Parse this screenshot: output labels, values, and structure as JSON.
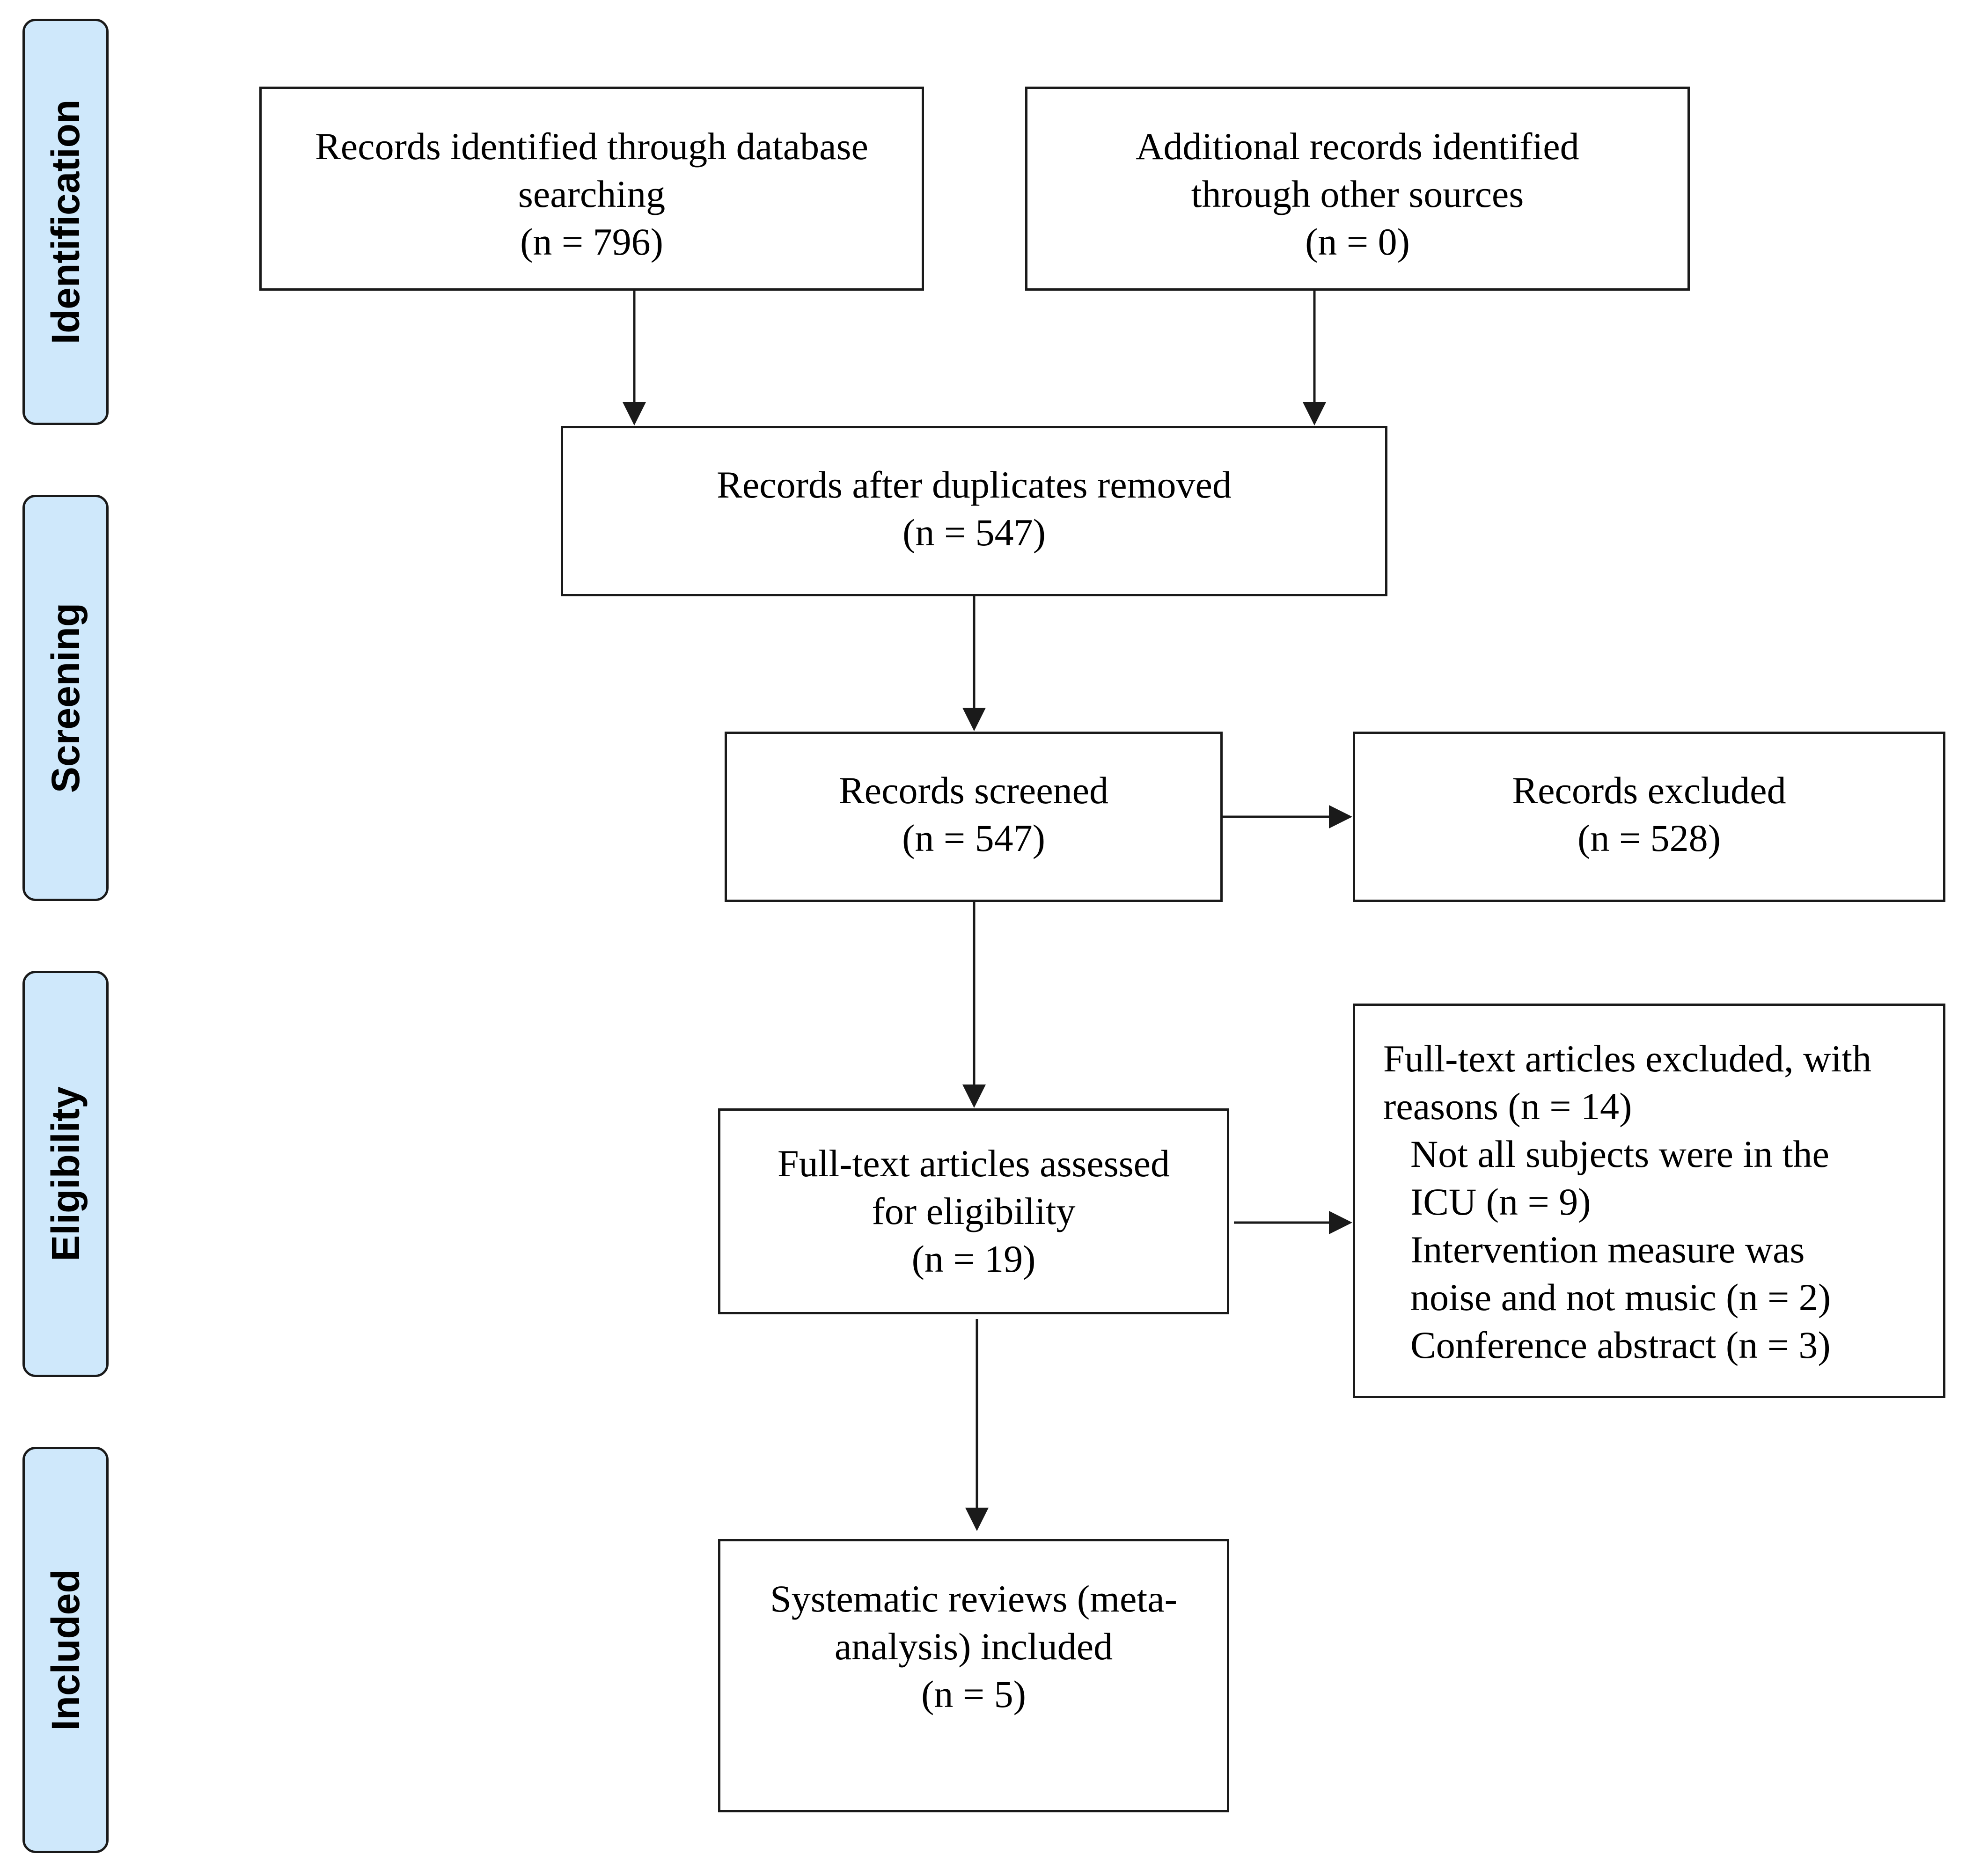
{
  "phases": {
    "identification": "Identification",
    "screening": "Screening",
    "eligibility": "Eligibility",
    "included": "Included"
  },
  "boxes": {
    "database_search": {
      "line1": "Records identified through database",
      "line2": "searching",
      "count": "(n = 796)"
    },
    "other_sources": {
      "line1": "Additional records identified",
      "line2": "through other sources",
      "count": "(n = 0)"
    },
    "duplicates_removed": {
      "line1": "Records after duplicates removed",
      "count": "(n = 547)"
    },
    "screened": {
      "line1": "Records screened",
      "count": "(n = 547)"
    },
    "excluded": {
      "line1": "Records excluded",
      "count": "(n = 528)"
    },
    "full_text_assessed": {
      "line1": "Full-text articles assessed",
      "line2": "for eligibility",
      "count": "(n = 19)"
    },
    "full_text_excluded": {
      "line1": "Full-text articles excluded, with",
      "line2": "reasons (n = 14)",
      "reasons": [
        "Not all subjects were in the",
        "ICU (n = 9)",
        "Intervention measure was",
        "noise and not music (n = 2)",
        "Conference abstract (n = 3)"
      ]
    },
    "included": {
      "line1": "Systematic reviews (meta-",
      "line2": "analysis) included",
      "count": "(n = 5)"
    }
  },
  "colors": {
    "phase_fill": "#cfe8fb",
    "stroke": "#1a1a1a",
    "box_fill": "#ffffff"
  }
}
